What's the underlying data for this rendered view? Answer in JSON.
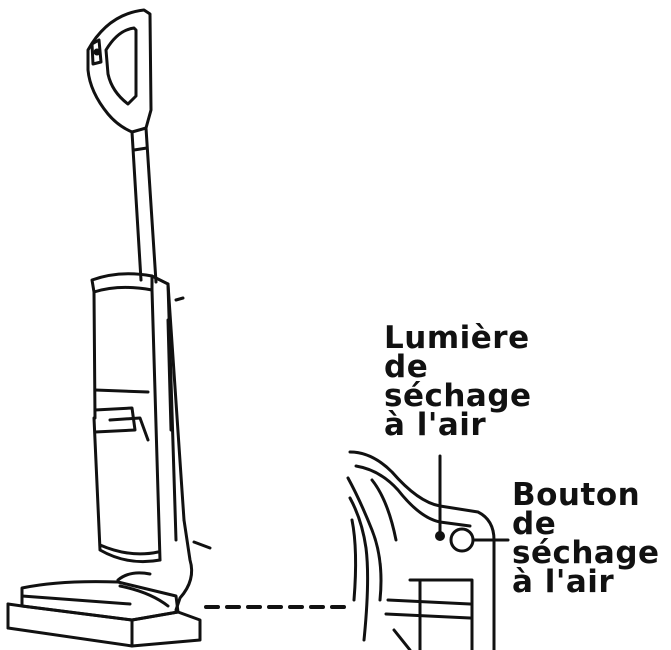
{
  "labels": {
    "drying_light": [
      "Lumière",
      "de",
      "séchage",
      "à l'air"
    ],
    "drying_button": [
      "Bouton",
      "de",
      "séchage",
      "à l'air"
    ]
  },
  "colors": {
    "ink": "#111111",
    "background": "#ffffff"
  }
}
